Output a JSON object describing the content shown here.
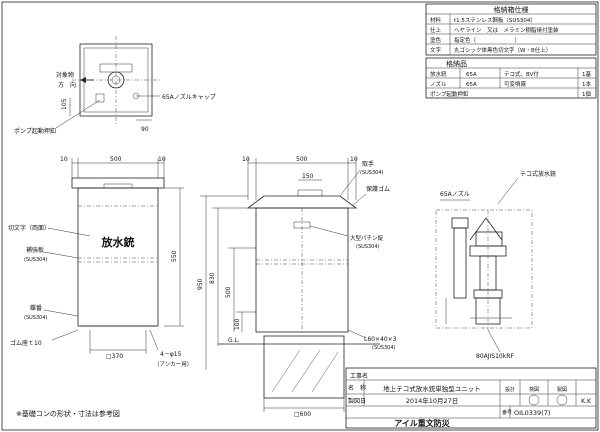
{
  "spec_table": {
    "title": "格納箱仕様",
    "rows": [
      {
        "key": "材料",
        "value": "t1.5ステンレス鋼板（SUS304）"
      },
      {
        "key": "仕上",
        "value": "ヘヤライン　又は　メラミン樹脂焼付塗装"
      },
      {
        "key": "塗色",
        "value": "指定色（　　　　　　　）"
      },
      {
        "key": "文字",
        "value": "丸ゴシック体黒色切文字（W・B仕上）"
      }
    ]
  },
  "parts_table": {
    "title": "格納品",
    "rows": [
      {
        "name": "放水銃",
        "size": "65A",
        "desc": "テコ式、BV付",
        "qty": "1基"
      },
      {
        "name": "ノズル",
        "size": "65A",
        "desc": "可変噴霧",
        "qty": "1本"
      },
      {
        "name": "ポンプ起動押釦",
        "size": "",
        "desc": "",
        "qty": "1個"
      }
    ]
  },
  "top_view": {
    "label_target": "対象物",
    "label_direction": "方　向",
    "dim_left": "105",
    "dim_bottom": "90",
    "label_nozzle_cap": "65Aノズルキャップ",
    "label_pump_button": "ポンプ起動押釦"
  },
  "front_view": {
    "dim_left_margin": "10",
    "dim_width": "500",
    "dim_right_margin": "10",
    "label_cut_letter": "切文字（両面）",
    "box_text": "放水銃",
    "label_reinforce": "補強板",
    "label_reinforce_mat": "(SUS304)",
    "label_hinge": "蝶番",
    "label_hinge_mat": "(SUS304)",
    "label_rubber": "ゴム座ｔ10",
    "dim_height": "550",
    "dim_base": "□370",
    "label_holes": "4－φ15",
    "label_anchor": "（アンカー用）"
  },
  "side_view": {
    "dim_top_left": "10",
    "dim_top_width": "500",
    "dim_top_right": "10",
    "dim_handle": "150",
    "label_handle": "取手",
    "label_handle_mat": "(SUS304)",
    "label_rubber": "保護ゴム",
    "label_catch": "大型パチン錠",
    "label_catch_mat": "(SUS304)",
    "dim_h1": "950",
    "dim_h2": "830",
    "dim_h3": "500",
    "dim_h4": "100",
    "label_angle": "L60×40×3",
    "label_angle_mat": "(SUS304)",
    "label_gl": "G.L.",
    "dim_foundation": "□600"
  },
  "gun_view": {
    "label_nozzle": "65Aノズル",
    "label_gun": "テコ式放水銃",
    "label_flange": "80AJIS10kRF"
  },
  "title_block": {
    "h_project": "工事名",
    "h_name": "名　称",
    "name": "地上テコ式放水銃単独型ユニット",
    "h_date": "製図日",
    "date": "2014年10月27日",
    "h_number": "番号",
    "number": "OIL0339(7)",
    "h_design": "設計",
    "h_check": "検図",
    "h_draw": "製図",
    "stamp_initials": "K.K",
    "company": "アイル重文防災"
  },
  "note": "※基礎コンの形状・寸法は参考図"
}
